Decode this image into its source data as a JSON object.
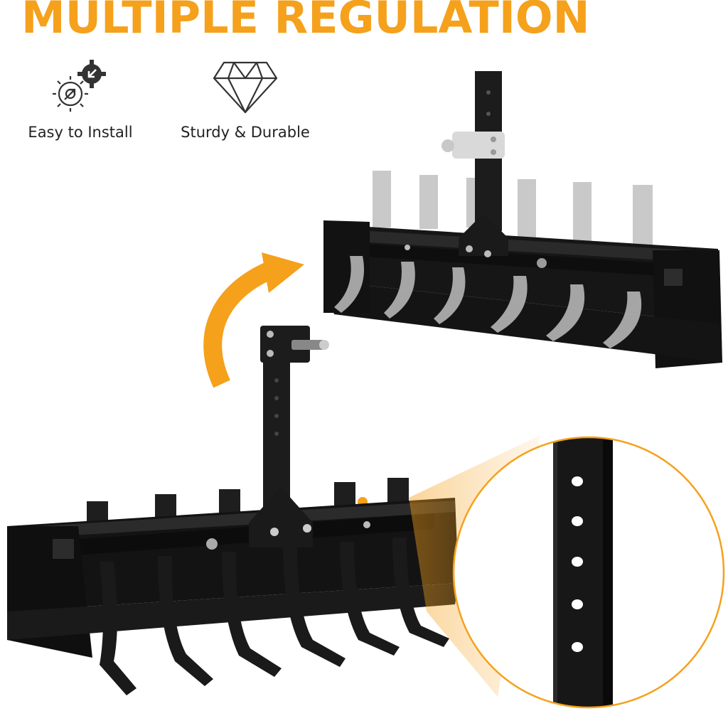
{
  "headline": {
    "text": "MULTIPLE REGULATION"
  },
  "features": [
    {
      "label": "Easy to Install",
      "icon": "gears-install-icon"
    },
    {
      "label": "Sturdy & Durable",
      "icon": "diamond-icon"
    }
  ],
  "colors": {
    "accent": "#F5A11C",
    "steel": "#1c1c1c",
    "ghost": "#bdbdbd",
    "text": "#222222"
  }
}
